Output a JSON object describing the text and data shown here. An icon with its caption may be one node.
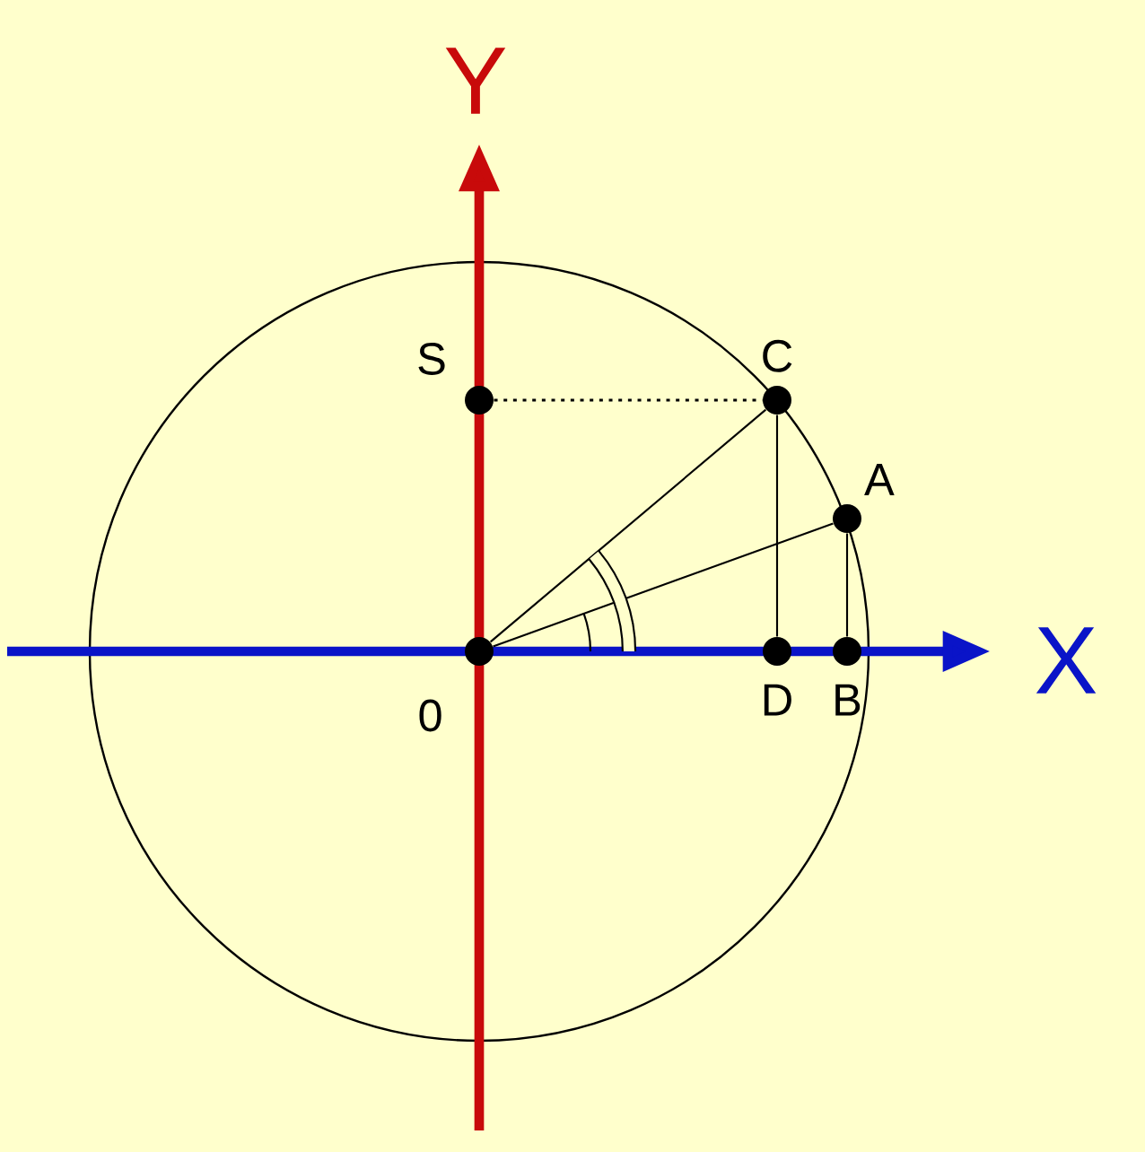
{
  "diagram": {
    "nodes": [
      {
        "text": [
          "0"
        ]
      },
      {
        "text": [
          "S"
        ]
      },
      {
        "text": [
          "C"
        ]
      },
      {
        "text": [
          "A"
        ]
      },
      {
        "text": [
          "D"
        ]
      },
      {
        "text": [
          "B"
        ]
      }
    ],
    "edges": [
      {
        "from": 1,
        "to": 2,
        "arrow": "none",
        "style": "dashed"
      },
      {
        "from": 0,
        "to": 2,
        "arrow": "none"
      },
      {
        "from": 0,
        "to": 3,
        "arrow": "none"
      },
      {
        "from": 2,
        "to": 4,
        "arrow": "none"
      },
      {
        "from": 3,
        "to": 5,
        "arrow": "none"
      }
    ],
    "labels": [
      "Y",
      "X"
    ]
  }
}
